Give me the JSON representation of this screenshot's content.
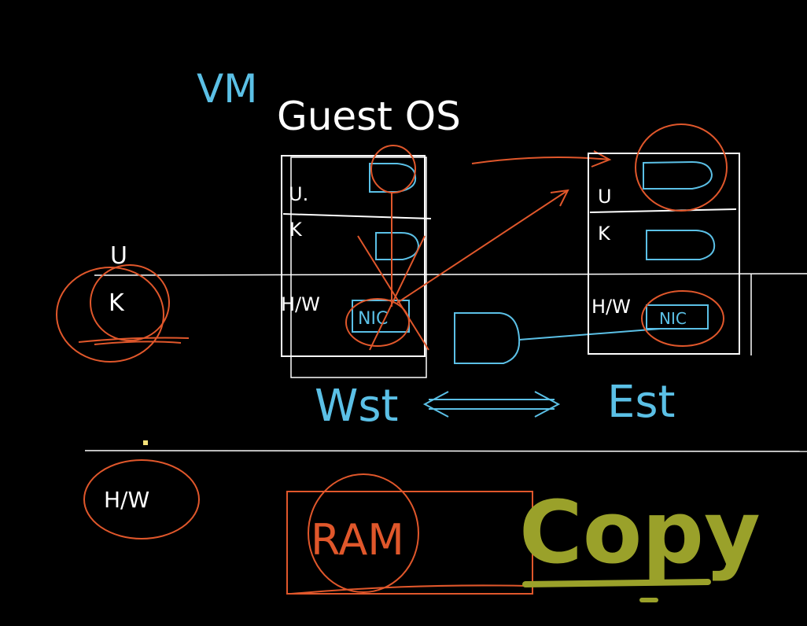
{
  "colors": {
    "background": "#000000",
    "white": "#ffffff",
    "blue": "#5bc0e6",
    "orange": "#e0572b",
    "olive": "#9aa12a"
  },
  "labels": {
    "vm": "VM",
    "guest_os": "Guest OS",
    "host_u": "U",
    "host_k": "K",
    "hw_bottom": "H/W",
    "wst": "Wst",
    "est": "Est",
    "ram": "RAM",
    "copy": "Copy"
  },
  "west_box": {
    "u": "U.",
    "k": "K",
    "hw": "H/W",
    "nic": "NIC"
  },
  "east_box": {
    "u": "U",
    "k": "K",
    "hw": "H/W",
    "nic": "NIC"
  }
}
